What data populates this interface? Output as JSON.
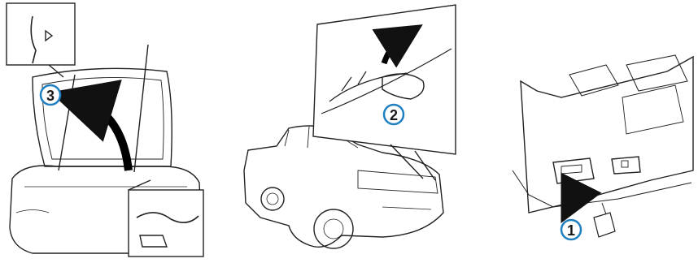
{
  "accent_color": "#1f7fc0",
  "line_color": "#222222",
  "panels": [
    {
      "id": "open-hood",
      "step_label": "3",
      "icon": "hood-open-arrow-icon"
    },
    {
      "id": "release-safety-catch",
      "step_label": "2",
      "icon": "hand-lever-icon"
    },
    {
      "id": "pull-release-lever",
      "step_label": "1",
      "icon": "release-lever-arrow-icon"
    }
  ]
}
